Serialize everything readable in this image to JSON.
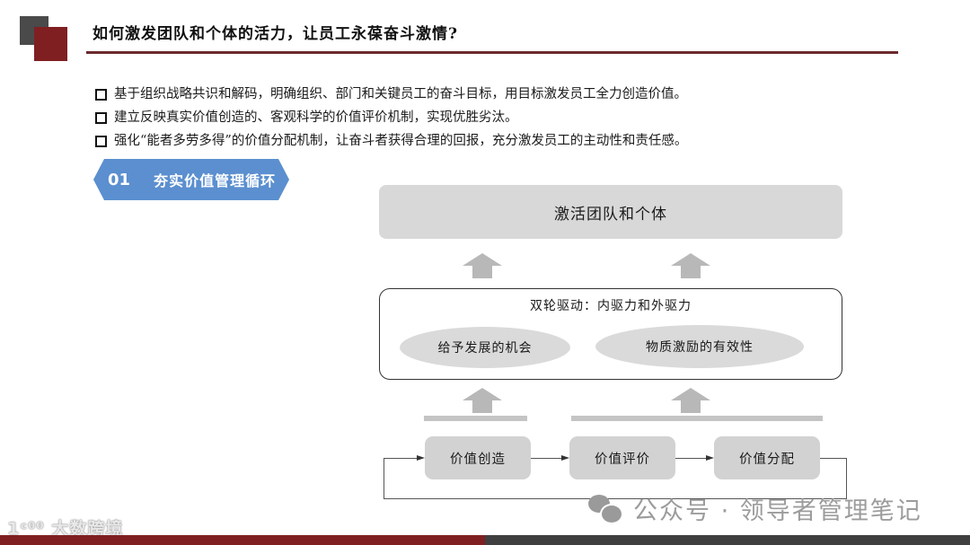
{
  "header": {
    "title": "如何激发团队和个体的活力，让员工永葆奋斗激情?",
    "accent_colors": {
      "red": "#7f1f22",
      "gray": "#4a4a4a"
    }
  },
  "bullets": [
    {
      "icon": "checkbox-square-icon",
      "text": "基于组织战略共识和解码，明确组织、部门和关键员工的奋斗目标，用目标激发员工全力创造价值。"
    },
    {
      "icon": "checkbox-square-icon",
      "text": "建立反映真实价值创造的、客观科学的价值评价机制，实现优胜劣汰。"
    },
    {
      "icon": "checkbox-square-icon",
      "text": "强化“能者多劳多得”的价值分配机制，让奋斗者获得合理的回报，充分激发员工的主动性和责任感。"
    }
  ],
  "section_badge": {
    "number": "01",
    "label": "夯实价值管理循环",
    "color": "#5b8fcf"
  },
  "diagram": {
    "top_box": "激活团队和个体",
    "drive_box": {
      "title": "双轮驱动：内驱力和外驱力",
      "left_ellipse": "给予发展的机会",
      "right_ellipse": "物质激励的有效性"
    },
    "cycle_steps": [
      "价值创造",
      "价值评价",
      "价值分配"
    ]
  },
  "watermark": {
    "icon": "wechat-icon",
    "text": "公众号 · 领导者管理笔记"
  },
  "logo": {
    "text": "1ᶜ⁰⁰ 大数跨境"
  },
  "footer": {
    "left_color": "#7f1f22",
    "right_color": "#3f3f3f"
  }
}
